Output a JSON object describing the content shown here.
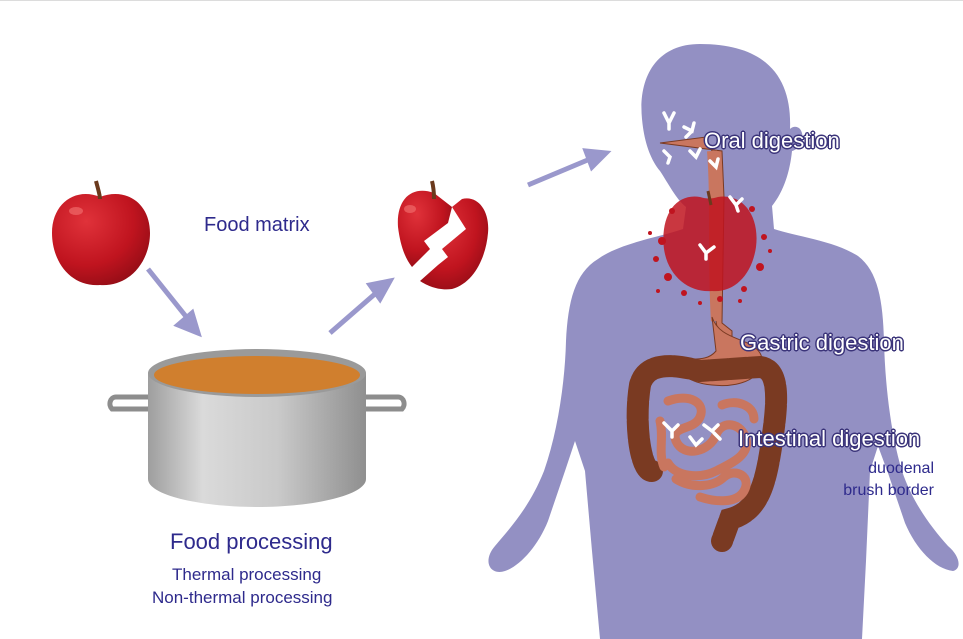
{
  "labels": {
    "food_matrix": "Food matrix",
    "food_processing": "Food processing",
    "thermal": "Thermal processing",
    "non_thermal": "Non-thermal processing",
    "oral": "Oral digestion",
    "gastric": "Gastric digestion",
    "intestinal": "Intestinal digestion",
    "duodenal": "duodenal",
    "brush_border": "brush border"
  },
  "colors": {
    "body": "#9390c3",
    "apple": "#c0141f",
    "gut": "#c9765f",
    "colon": "#7a3a22",
    "arrow": "#9a98cc",
    "pot": "#c8c8c8",
    "broth": "#d07f2e",
    "text": "#2e2a8c"
  }
}
